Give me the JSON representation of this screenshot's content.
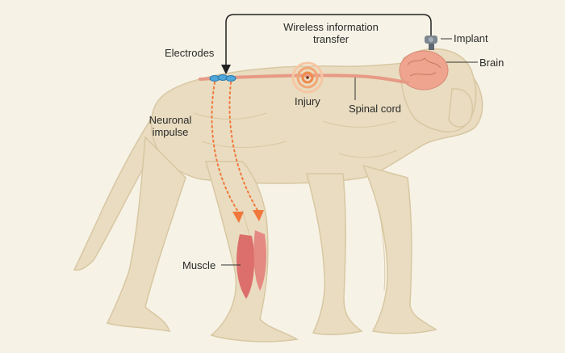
{
  "labels": {
    "wireless": "Wireless information",
    "wireless2": "transfer",
    "implant": "Implant",
    "brain": "Brain",
    "electrodes": "Electrodes",
    "injury": "Injury",
    "spinal_cord": "Spinal cord",
    "neuronal": "Neuronal",
    "impulse": "impulse",
    "muscle": "Muscle"
  },
  "colors": {
    "background": "#f6f2e6",
    "body": "#e9dcc0",
    "body_shadow": "#d8c7a2",
    "spinal_cord": "#e79a86",
    "brain": "#efa48f",
    "injury": "#f08a4b",
    "electrodes": "#4fa6d8",
    "impulse_arrows": "#f0783c",
    "muscle": "#d95c5c",
    "implant": "#7d8790"
  }
}
